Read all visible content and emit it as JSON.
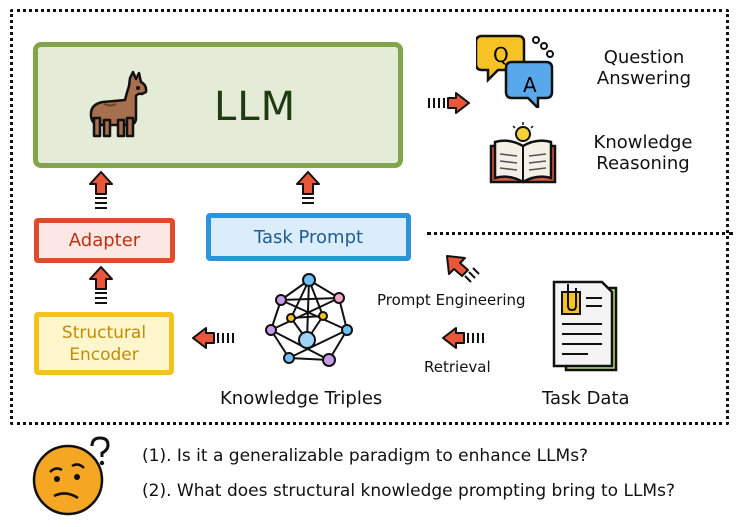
{
  "llm": {
    "label": "LLM"
  },
  "adapter": {
    "label": "Adapter"
  },
  "task_prompt": {
    "label": "Task Prompt"
  },
  "structural_encoder": {
    "line1": "Structural",
    "line2": "Encoder"
  },
  "outputs": {
    "qa_line1": "Question",
    "qa_line2": "Answering",
    "kr_line1": "Knowledge",
    "kr_line2": "Reasoning",
    "qa_bubble_q": "Q",
    "qa_bubble_a": "A"
  },
  "paths": {
    "prompt_engineering": "Prompt Engineering",
    "retrieval": "Retrieval"
  },
  "knowledge_triples": {
    "label": "Knowledge Triples"
  },
  "task_data": {
    "label": "Task Data"
  },
  "questions": [
    "(1). Is it a generalizable paradigm to enhance LLMs?",
    "(2). What does structural knowledge prompting bring to LLMs?"
  ],
  "icons": [
    "llama-icon",
    "qa-bubbles-icon",
    "book-lightbulb-icon",
    "knowledge-graph-icon",
    "task-document-icon",
    "thinking-face-icon"
  ],
  "colors": {
    "llm_border": "#82a54c",
    "llm_fill": "#e4ecd8",
    "adapter_border": "#dc4d2b",
    "prompt_border": "#2c95d9",
    "encoder_border": "#f3c21b",
    "arrow": "#e8573a"
  }
}
